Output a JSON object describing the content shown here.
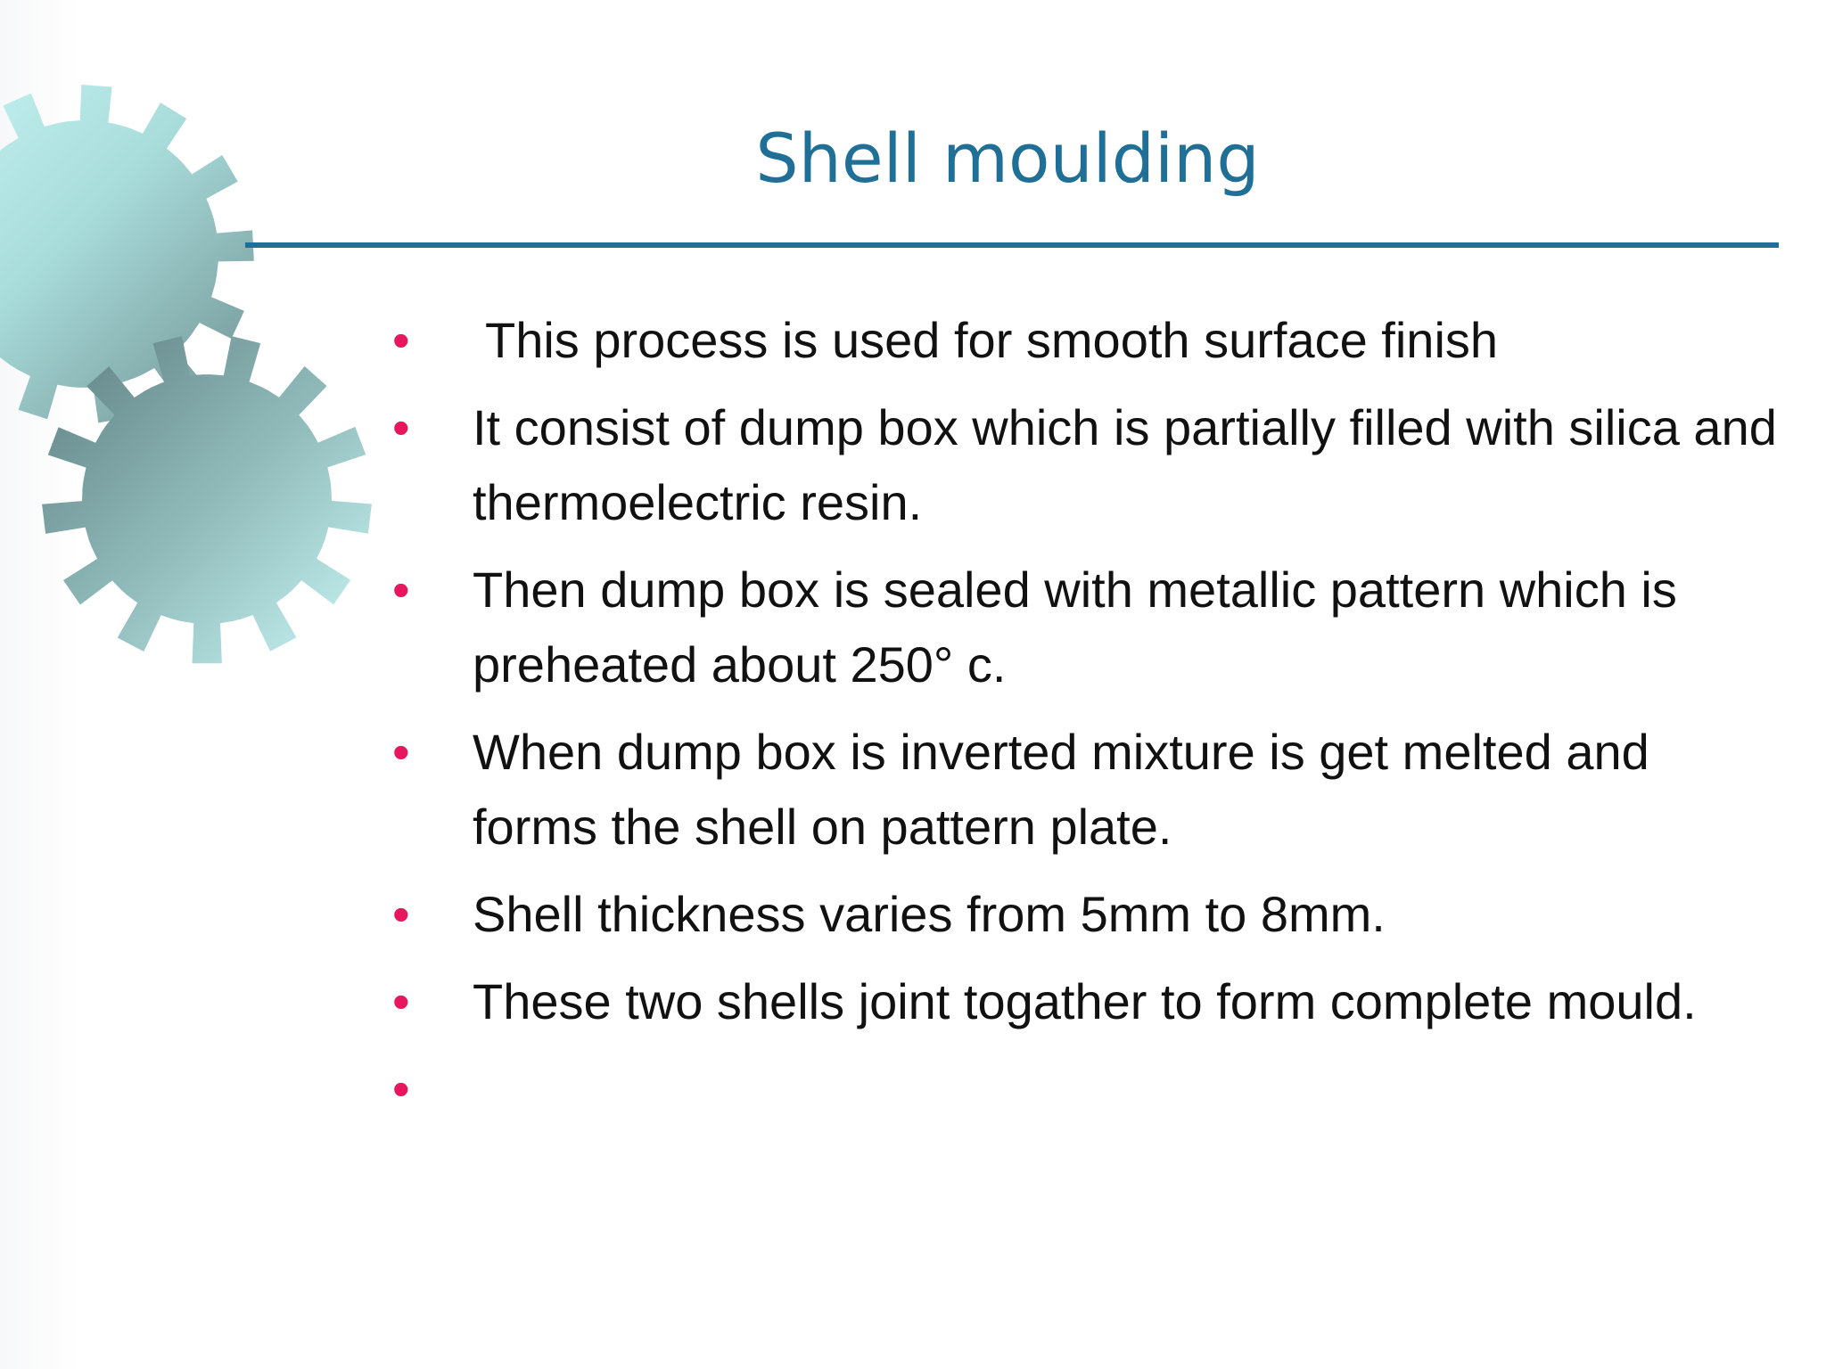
{
  "slide": {
    "title": "Shell moulding",
    "accent_color": "#1f6f96",
    "bullet_color": "#e8175d",
    "bullet_glyph": "•",
    "bullets": [
      "This process is used for smooth surface finish",
      "It consist of dump box which is partially filled with silica and thermoelectric resin.",
      "Then dump box is sealed with metallic pattern which is preheated about 250° c.",
      "When dump box is inverted mixture is get melted and forms the shell on pattern plate.",
      "Shell thickness varies from 5mm to 8mm.",
      "These two shells joint togather to form complete mould.",
      ""
    ],
    "decoration": {
      "icon": "gears-icon"
    }
  }
}
